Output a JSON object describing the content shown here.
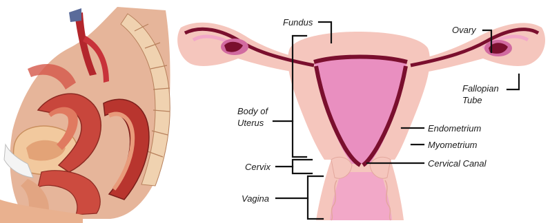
{
  "diagram": {
    "labels": {
      "fundus": "Fundus",
      "ovary": "Ovary",
      "body_of_uterus_line1": "Body of",
      "body_of_uterus_line2": "Uterus",
      "fallopian_tube_line1": "Fallopian",
      "fallopian_tube_line2": "Tube",
      "endometrium": "Endometrium",
      "myometrium": "Myometrium",
      "cervix": "Cervix",
      "cervical_canal": "Cervical Canal",
      "vagina": "Vagina"
    },
    "colors": {
      "tissue_light": "#f5c6bd",
      "tissue_pink": "#f2a8c8",
      "cavity_pink": "#e98fc0",
      "endometrium_dark": "#7a0f2e",
      "leader_lines": "#111111"
    }
  }
}
